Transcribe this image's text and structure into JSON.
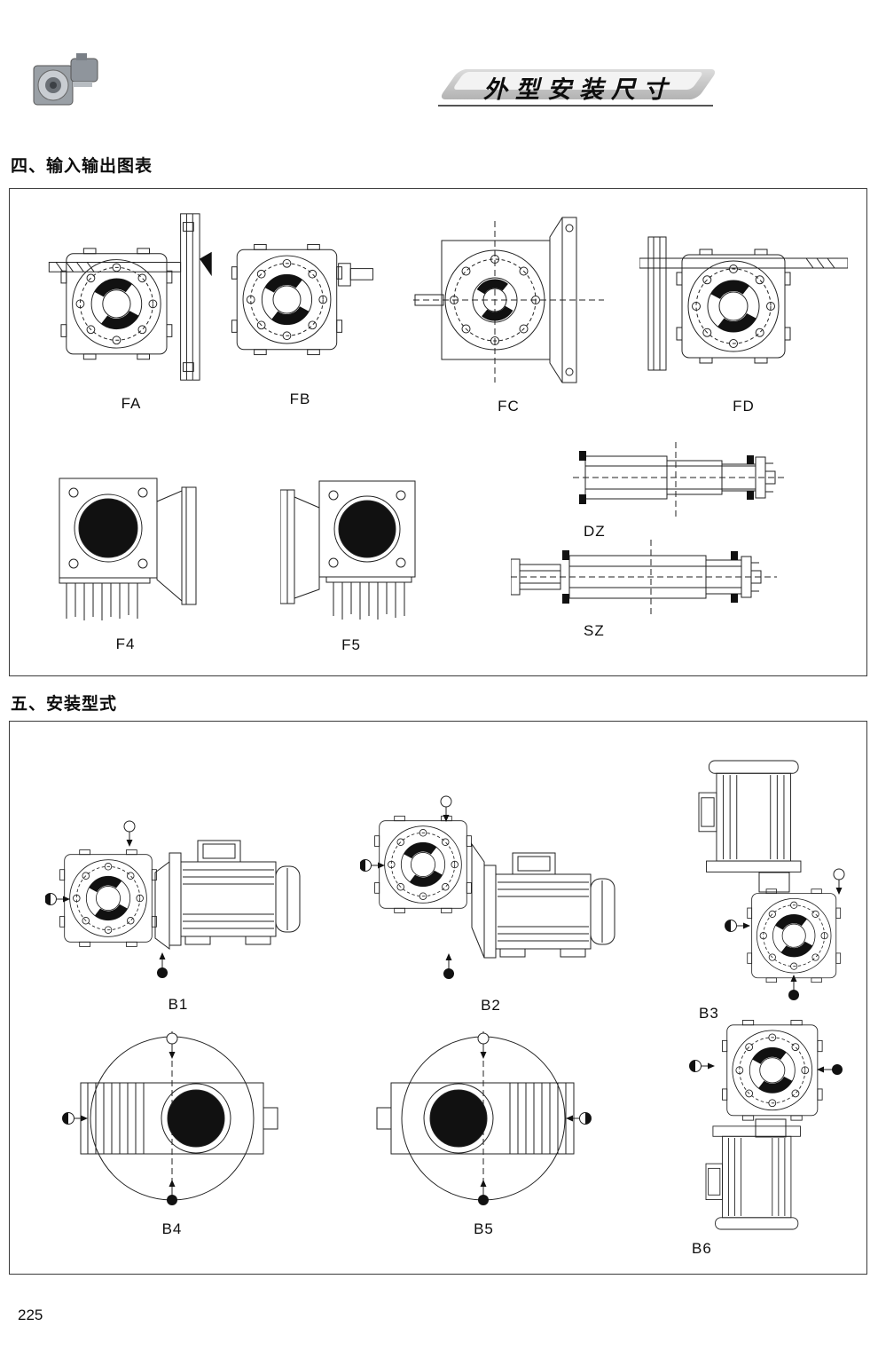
{
  "header": {
    "title": "外型安装尺寸"
  },
  "section_io": {
    "heading": "四、输入输出图表",
    "labels": {
      "fa": "FA",
      "fb": "FB",
      "fc": "FC",
      "fd": "FD",
      "f4": "F4",
      "f5": "F5",
      "dz": "DZ",
      "sz": "SZ"
    }
  },
  "section_mount": {
    "heading": "五、安装型式",
    "labels": {
      "b1": "B1",
      "b2": "B2",
      "b3": "B3",
      "b4": "B4",
      "b5": "B5",
      "b6": "B6"
    }
  },
  "footer": {
    "page_number": "225"
  },
  "colors": {
    "ink": "#1a1a1a",
    "banner_gray": "#c2c2c2"
  }
}
